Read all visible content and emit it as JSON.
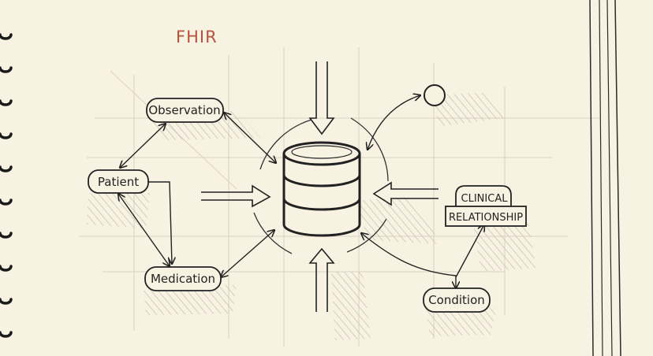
{
  "title": "FHIR",
  "nodes": {
    "observation": "Observation",
    "patient": "Patient",
    "medication": "Medication",
    "condition": "Condition",
    "clinical_relationship_line1": "CLINICAL",
    "clinical_relationship_line2": "RELATIONSHIP"
  },
  "colors": {
    "paper": "#f8f2e2",
    "ink": "#222222",
    "title": "#b5533c",
    "hatch": "#c9c3b4"
  }
}
